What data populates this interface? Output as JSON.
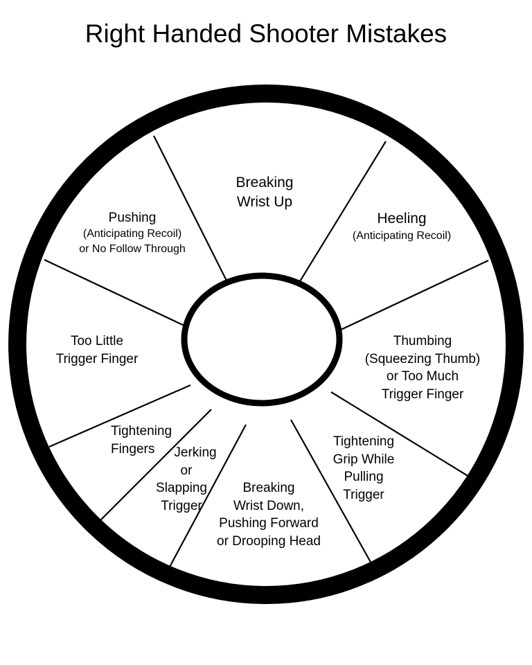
{
  "title": "Right Handed Shooter Mistakes",
  "segments": [
    {
      "lines": [
        "Breaking",
        "Wrist Up"
      ]
    },
    {
      "main": "Heeling",
      "sub": "(Anticipating Recoil)"
    },
    {
      "lines": [
        "Thumbing",
        "(Squeezing Thumb)",
        "or Too Much",
        "Trigger Finger"
      ]
    },
    {
      "lines": [
        "Tightening",
        "Grip While",
        "Pulling",
        "Trigger"
      ]
    },
    {
      "lines": [
        "Breaking",
        "Wrist Down,",
        "Pushing Forward",
        "or Drooping Head"
      ]
    },
    {
      "lines": [
        "Jerking",
        "or",
        "Slapping",
        "Trigger"
      ]
    },
    {
      "lines": [
        "Tightening",
        "Fingers"
      ]
    },
    {
      "lines": [
        "Too Little",
        "Trigger Finger"
      ]
    },
    {
      "main": "Pushing",
      "sub1": "(Anticipating Recoil)",
      "sub2": "or No Follow Through"
    }
  ]
}
